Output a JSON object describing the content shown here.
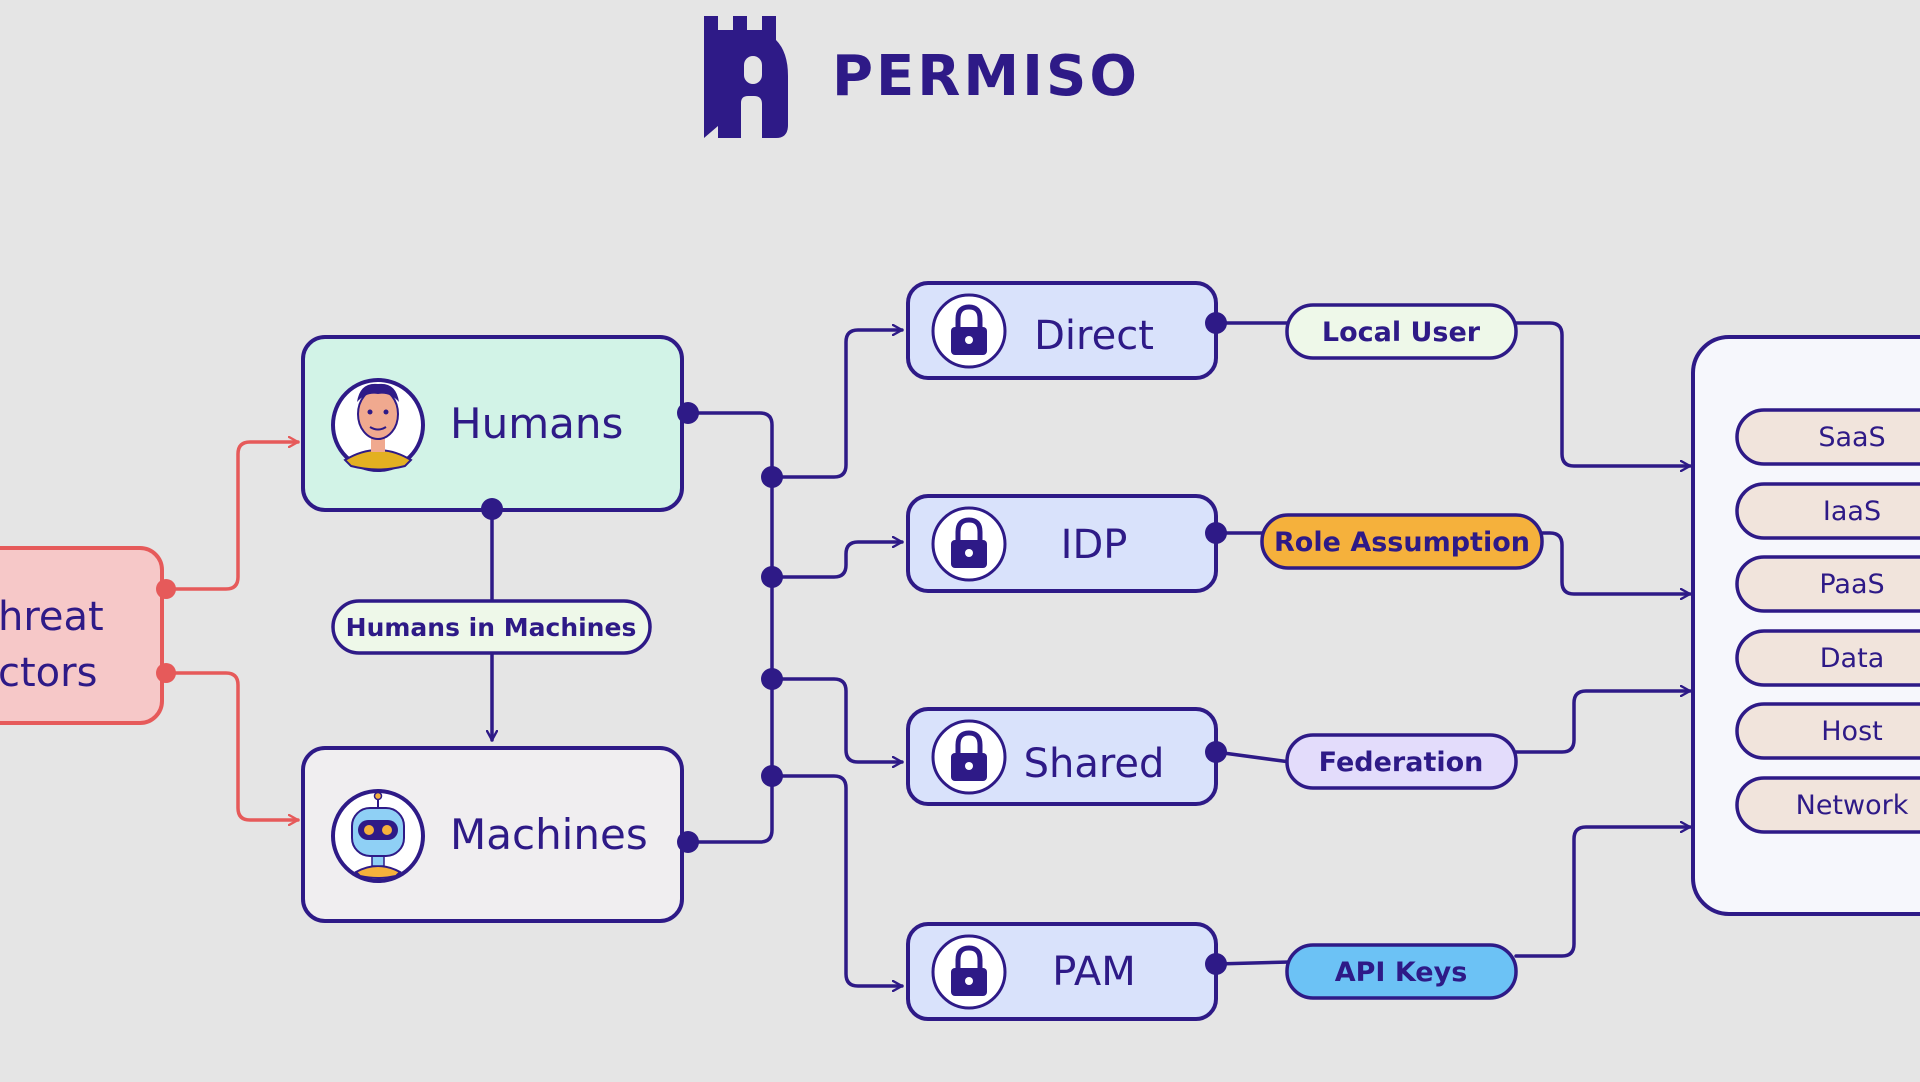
{
  "brand": {
    "name": "PERMISO"
  },
  "colors": {
    "primary": "#2e1a87",
    "threat": "#e65a5a",
    "threat_fill": "#f6c8c8",
    "humans_fill": "#d2f3e7",
    "machines_fill": "#f0eef0",
    "method_fill": "#d9e2fb",
    "resources_fill": "#f6f7fc",
    "resource_pill_fill": "#f1e4dc",
    "local_user_fill": "#eef8e9",
    "role_assumption_fill": "#f5b13c",
    "federation_fill": "#e3dcfb",
    "api_keys_fill": "#6cc2f5"
  },
  "actors": {
    "threat_line1": "hreat",
    "threat_line2": "ctors"
  },
  "identities": {
    "humans": "Humans",
    "machines": "Machines",
    "link": "Humans in Machines"
  },
  "access_methods": [
    "Direct",
    "IDP",
    "Shared",
    "PAM"
  ],
  "credentials": [
    "Local User",
    "Role Assumption",
    "Federation",
    "API Keys"
  ],
  "resources": [
    "SaaS",
    "IaaS",
    "PaaS",
    "Data",
    "Host",
    "Network"
  ],
  "icons": {
    "logo": "castle-tower-logo",
    "lock": "padlock-icon",
    "human_avatar": "person-avatar-icon",
    "machine_avatar": "robot-avatar-icon"
  }
}
